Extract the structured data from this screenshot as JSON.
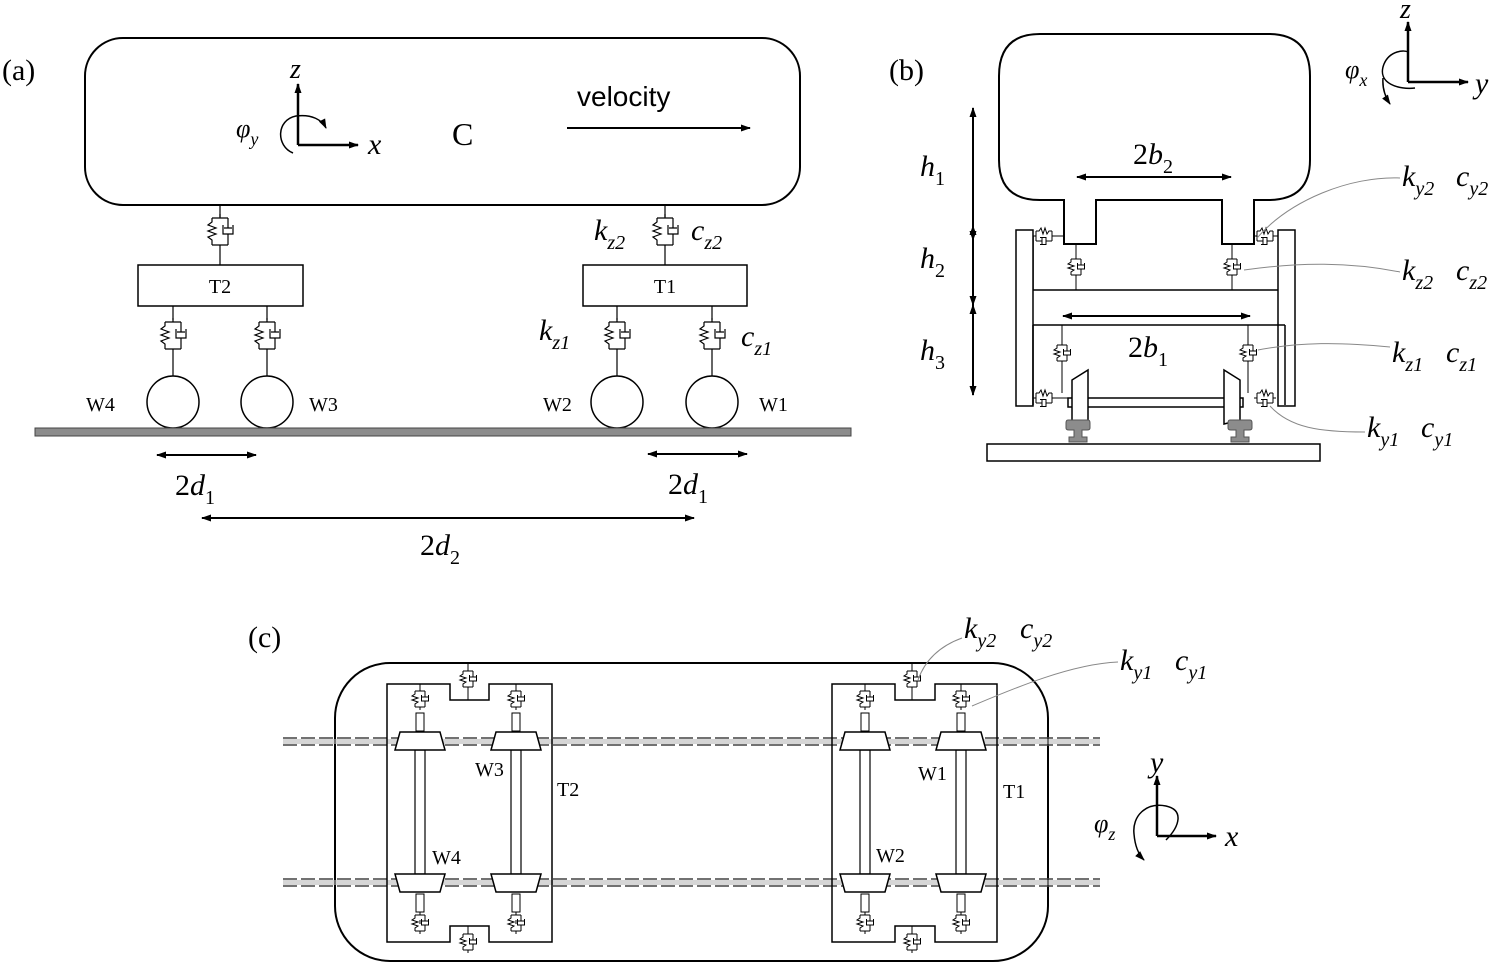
{
  "panel_a": {
    "label": "(a)",
    "car_label": "C",
    "velocity_label": "velocity",
    "axis_z": "z",
    "axis_x": "x",
    "rotation_symbol": "φ",
    "rotation_sub": "y",
    "bogie_rear": "T2",
    "bogie_front": "T1",
    "wheels": [
      "W4",
      "W3",
      "W2",
      "W1"
    ],
    "k_sym": "k",
    "c_sym": "c",
    "sub_z2": "z2",
    "sub_z1": "z1",
    "d_prefix": "2",
    "d_sym": "d",
    "sub_1": "1",
    "sub_2": "2"
  },
  "panel_b": {
    "label": "(b)",
    "axis_z": "z",
    "axis_y": "y",
    "rotation_symbol": "φ",
    "rotation_sub": "x",
    "h_sym": "h",
    "h_subs": [
      "1",
      "2",
      "3"
    ],
    "b_prefix": "2",
    "b_sym": "b",
    "b_subs": [
      "2",
      "1"
    ],
    "k_sym": "k",
    "c_sym": "c",
    "spring_subs": [
      "y2",
      "z2",
      "z1",
      "y1"
    ]
  },
  "panel_c": {
    "label": "(c)",
    "axis_y": "y",
    "axis_x": "x",
    "rotation_symbol": "φ",
    "rotation_sub": "z",
    "bogie_rear": "T2",
    "bogie_front": "T1",
    "wheels": [
      "W3",
      "W4",
      "W1",
      "W2"
    ],
    "k_sym": "k",
    "c_sym": "c",
    "spring_subs": [
      "y2",
      "y1"
    ]
  }
}
